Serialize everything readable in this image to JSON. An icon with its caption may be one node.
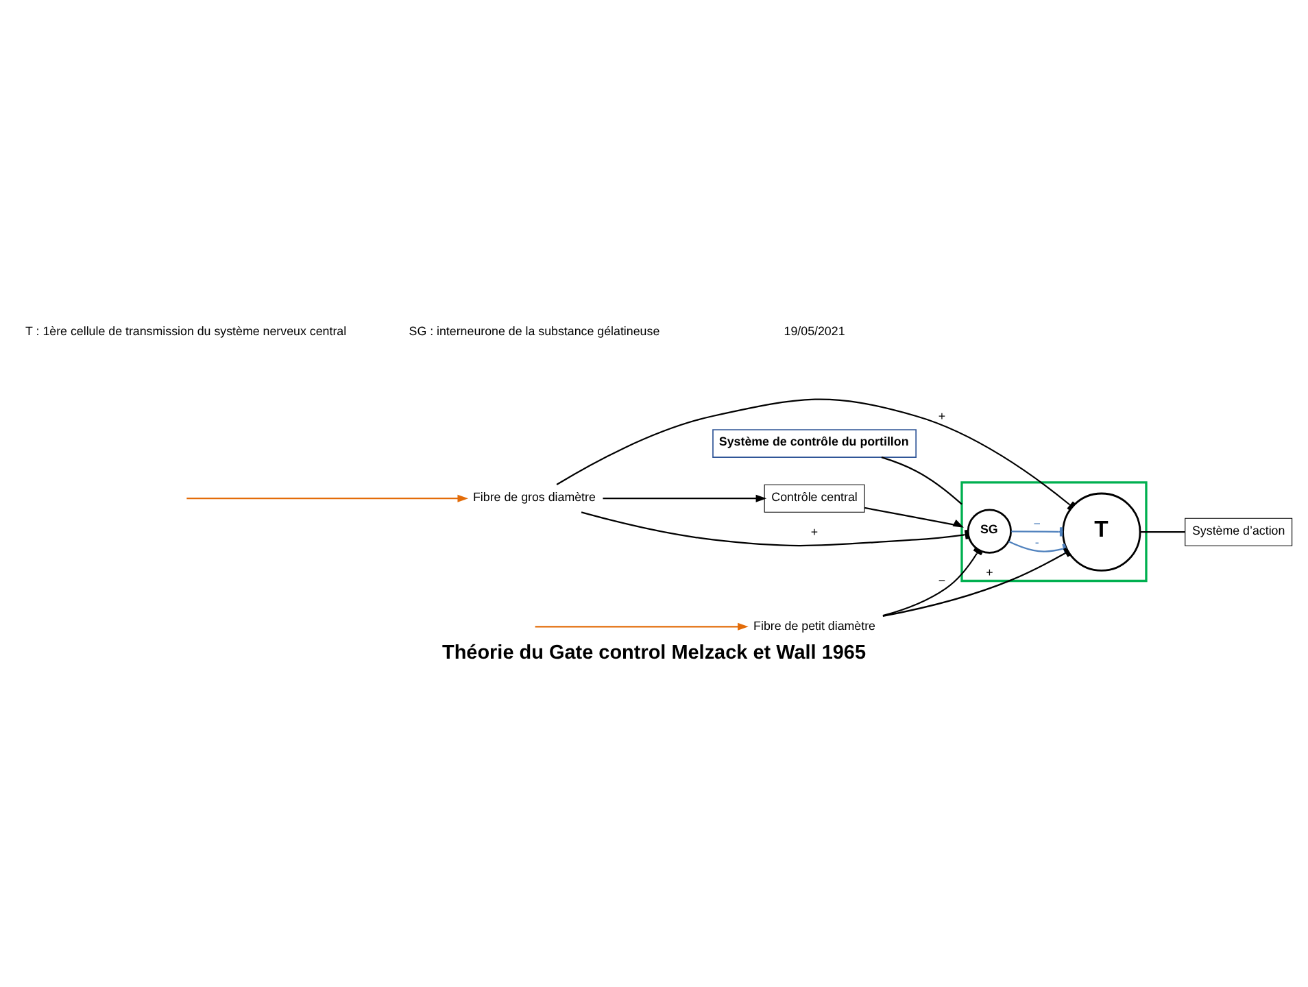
{
  "diagram": {
    "title": "Théorie du Gate control Melzack et Wall 1965",
    "nodes": [
      {
        "text": [
          "Contrôle central"
        ]
      },
      {
        "text": [
          "Système de contrôle du portillon"
        ]
      },
      {
        "text": [],
        "shape": "box"
      },
      {
        "text": [
          "Fibre de gros diamètre"
        ]
      },
      {
        "text": [
          "SG"
        ],
        "in": 2
      },
      {
        "text": [
          "T"
        ],
        "in": 2
      },
      {
        "text": [
          "Système d’action"
        ]
      },
      {
        "text": [
          "Fibre de petit diamètre"
        ]
      }
    ],
    "edges": [
      {
        "from": null,
        "to": 3,
        "arrow": "to",
        "color": "#e36c09"
      },
      {
        "from": null,
        "to": 7,
        "arrow": "to",
        "color": "#e36c09"
      },
      {
        "from": 3,
        "to": 0,
        "arrow": "to"
      },
      {
        "from": 0,
        "to": 2,
        "arrow": "to"
      },
      {
        "from": 3,
        "to": 4,
        "arrow": "other",
        "label": "+"
      },
      {
        "from": 3,
        "to": 5,
        "arrow": "other",
        "label": "+"
      },
      {
        "from": 4,
        "to": 5,
        "arrow": "other",
        "label": "-",
        "color": "#4f81bd"
      },
      {
        "from": 4,
        "to": 5,
        "arrow": "other",
        "label": "−",
        "color": "#4f81bd"
      },
      {
        "from": 7,
        "to": 4,
        "arrow": "other",
        "label": "−"
      },
      {
        "from": 7,
        "to": 5,
        "arrow": "other",
        "label": "+"
      },
      {
        "from": 5,
        "to": 6,
        "arrow": "none"
      },
      {
        "from": 1,
        "to": 2,
        "arrow": "none"
      }
    ],
    "labels": [
      "T : 1ère cellule de transmission du système nerveux central",
      "SG : interneurone de la substance gélatineuse",
      "19/05/2021"
    ]
  }
}
